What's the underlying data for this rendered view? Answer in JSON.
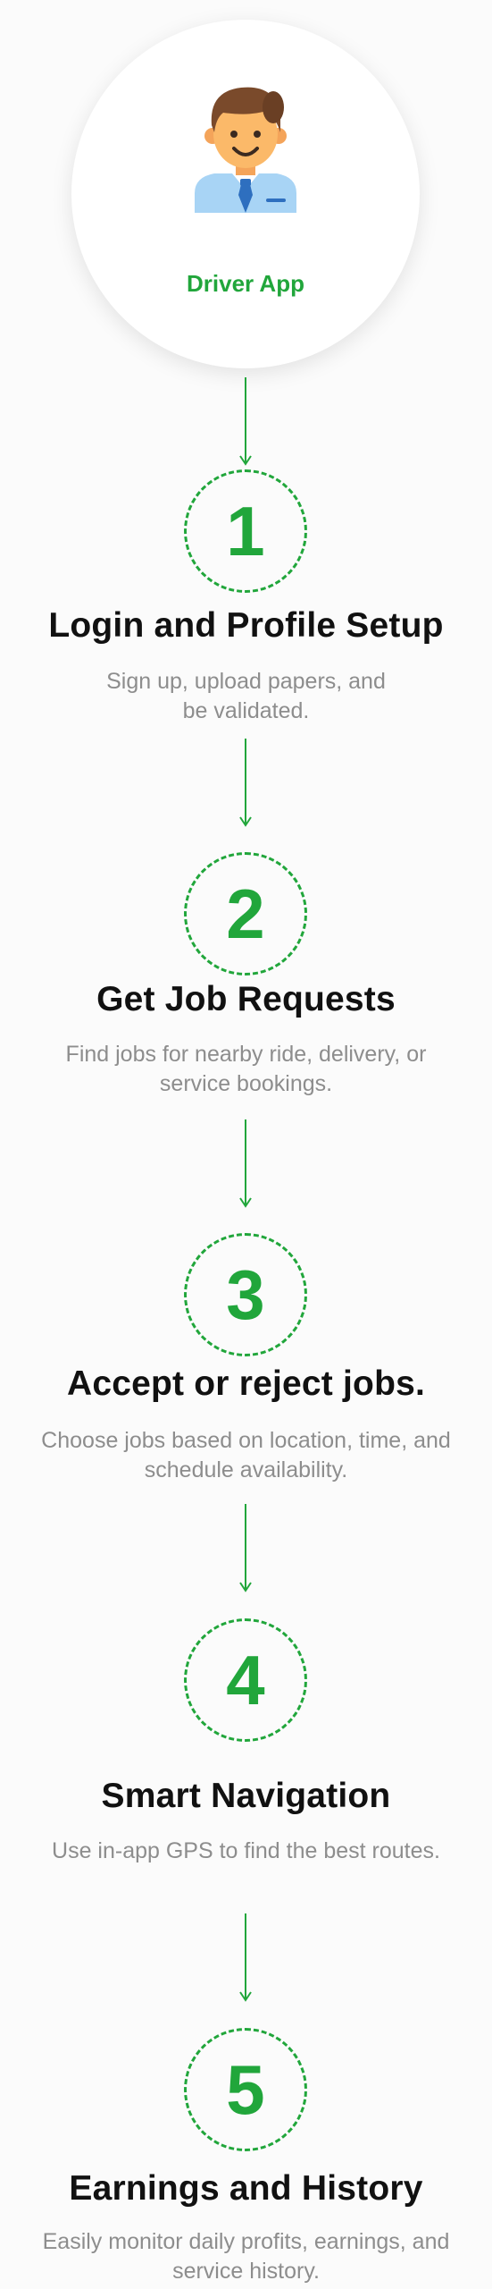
{
  "hero": {
    "label": "Driver App",
    "icon": "driver-avatar-icon"
  },
  "colors": {
    "accent": "#21a63b",
    "title": "#111111",
    "description": "#8d8d8d",
    "background": "#fbfbfb"
  },
  "steps": [
    {
      "number": "1",
      "title": "Login and Profile Setup",
      "desc_line1": "Sign up, upload papers, and",
      "desc_line2": "be validated."
    },
    {
      "number": "2",
      "title": "Get Job Requests",
      "desc_line1": "Find jobs for nearby ride, delivery, or",
      "desc_line2": "service bookings."
    },
    {
      "number": "3",
      "title": "Accept or reject jobs.",
      "desc_line1": "Choose jobs based on location, time, and",
      "desc_line2": "schedule availability."
    },
    {
      "number": "4",
      "title": "Smart Navigation",
      "desc_line1": "Use in-app GPS to find the best routes.",
      "desc_line2": ""
    },
    {
      "number": "5",
      "title": "Earnings and History",
      "desc_line1": "Easily monitor daily profits, earnings, and",
      "desc_line2": "service history."
    }
  ]
}
